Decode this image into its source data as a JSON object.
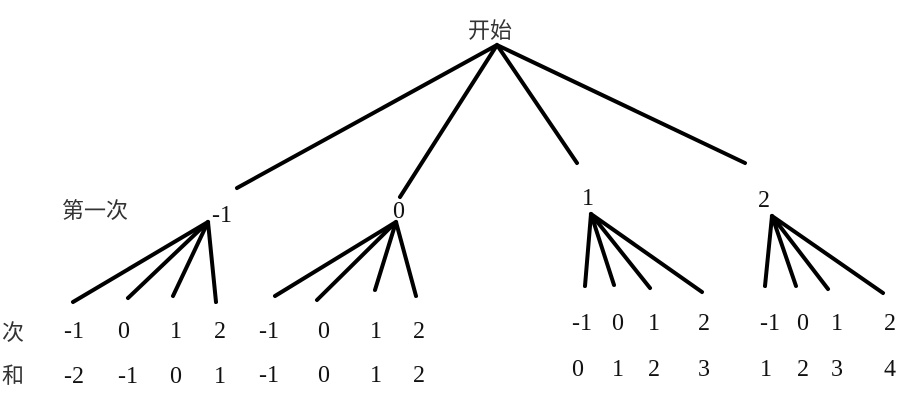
{
  "root_label": "开始",
  "first_label": "第一次",
  "second_label": "次",
  "sum_label": "和",
  "branches": [
    {
      "value": "-1",
      "second": [
        "-1",
        "0",
        "1",
        "2"
      ],
      "sums": [
        "-2",
        "-1",
        "0",
        "1"
      ]
    },
    {
      "value": "0",
      "second": [
        "-1",
        "0",
        "1",
        "2"
      ],
      "sums": [
        "-1",
        "0",
        "1",
        "2"
      ]
    },
    {
      "value": "1",
      "second": [
        "-1",
        "0",
        "1",
        "2"
      ],
      "sums": [
        "0",
        "1",
        "2",
        "3"
      ]
    },
    {
      "value": "2",
      "second": [
        "-1",
        "0",
        "1",
        "2"
      ],
      "sums": [
        "1",
        "2",
        "3",
        "4"
      ]
    }
  ]
}
